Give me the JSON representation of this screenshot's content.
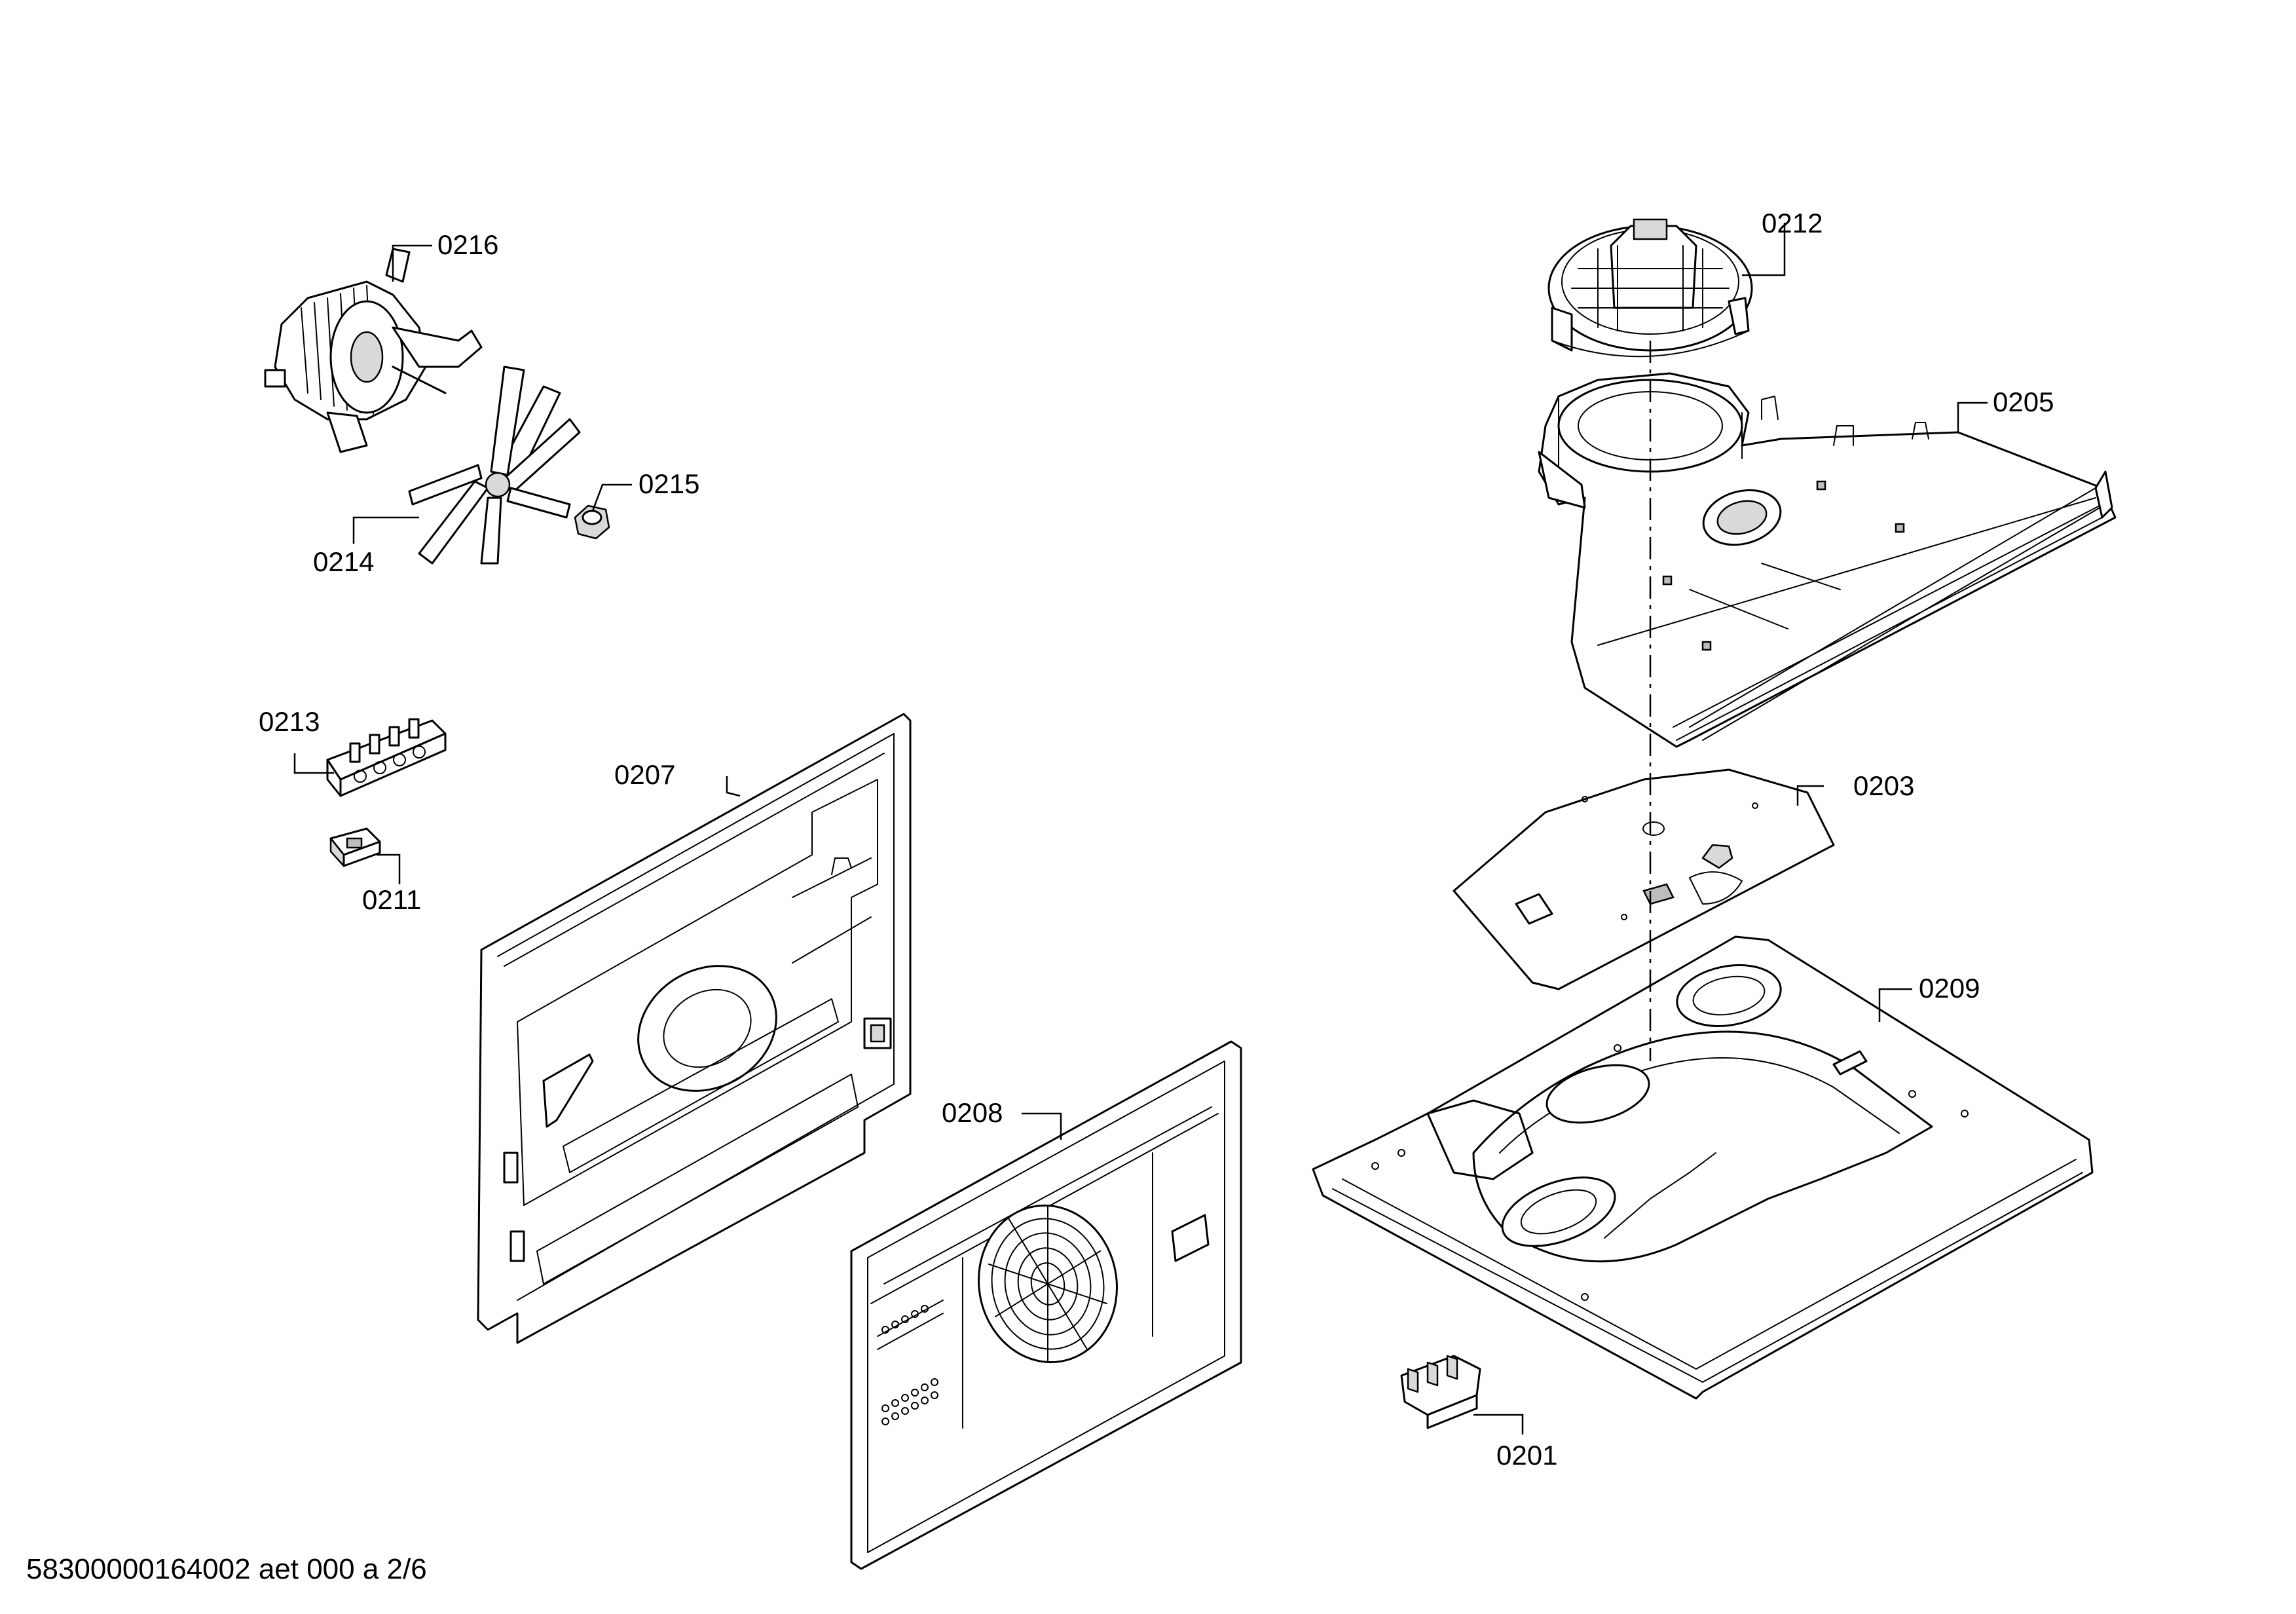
{
  "parts": [
    {
      "id": "0201",
      "label": "0201"
    },
    {
      "id": "0203",
      "label": "0203"
    },
    {
      "id": "0205",
      "label": "0205"
    },
    {
      "id": "0207",
      "label": "0207"
    },
    {
      "id": "0208",
      "label": "0208"
    },
    {
      "id": "0209",
      "label": "0209"
    },
    {
      "id": "0211",
      "label": "0211"
    },
    {
      "id": "0212",
      "label": "0212"
    },
    {
      "id": "0213",
      "label": "0213"
    },
    {
      "id": "0214",
      "label": "0214"
    },
    {
      "id": "0215",
      "label": "0215"
    },
    {
      "id": "0216",
      "label": "0216"
    }
  ],
  "footer": {
    "document_id": "58300000164002 aet 000 a 2/6"
  }
}
